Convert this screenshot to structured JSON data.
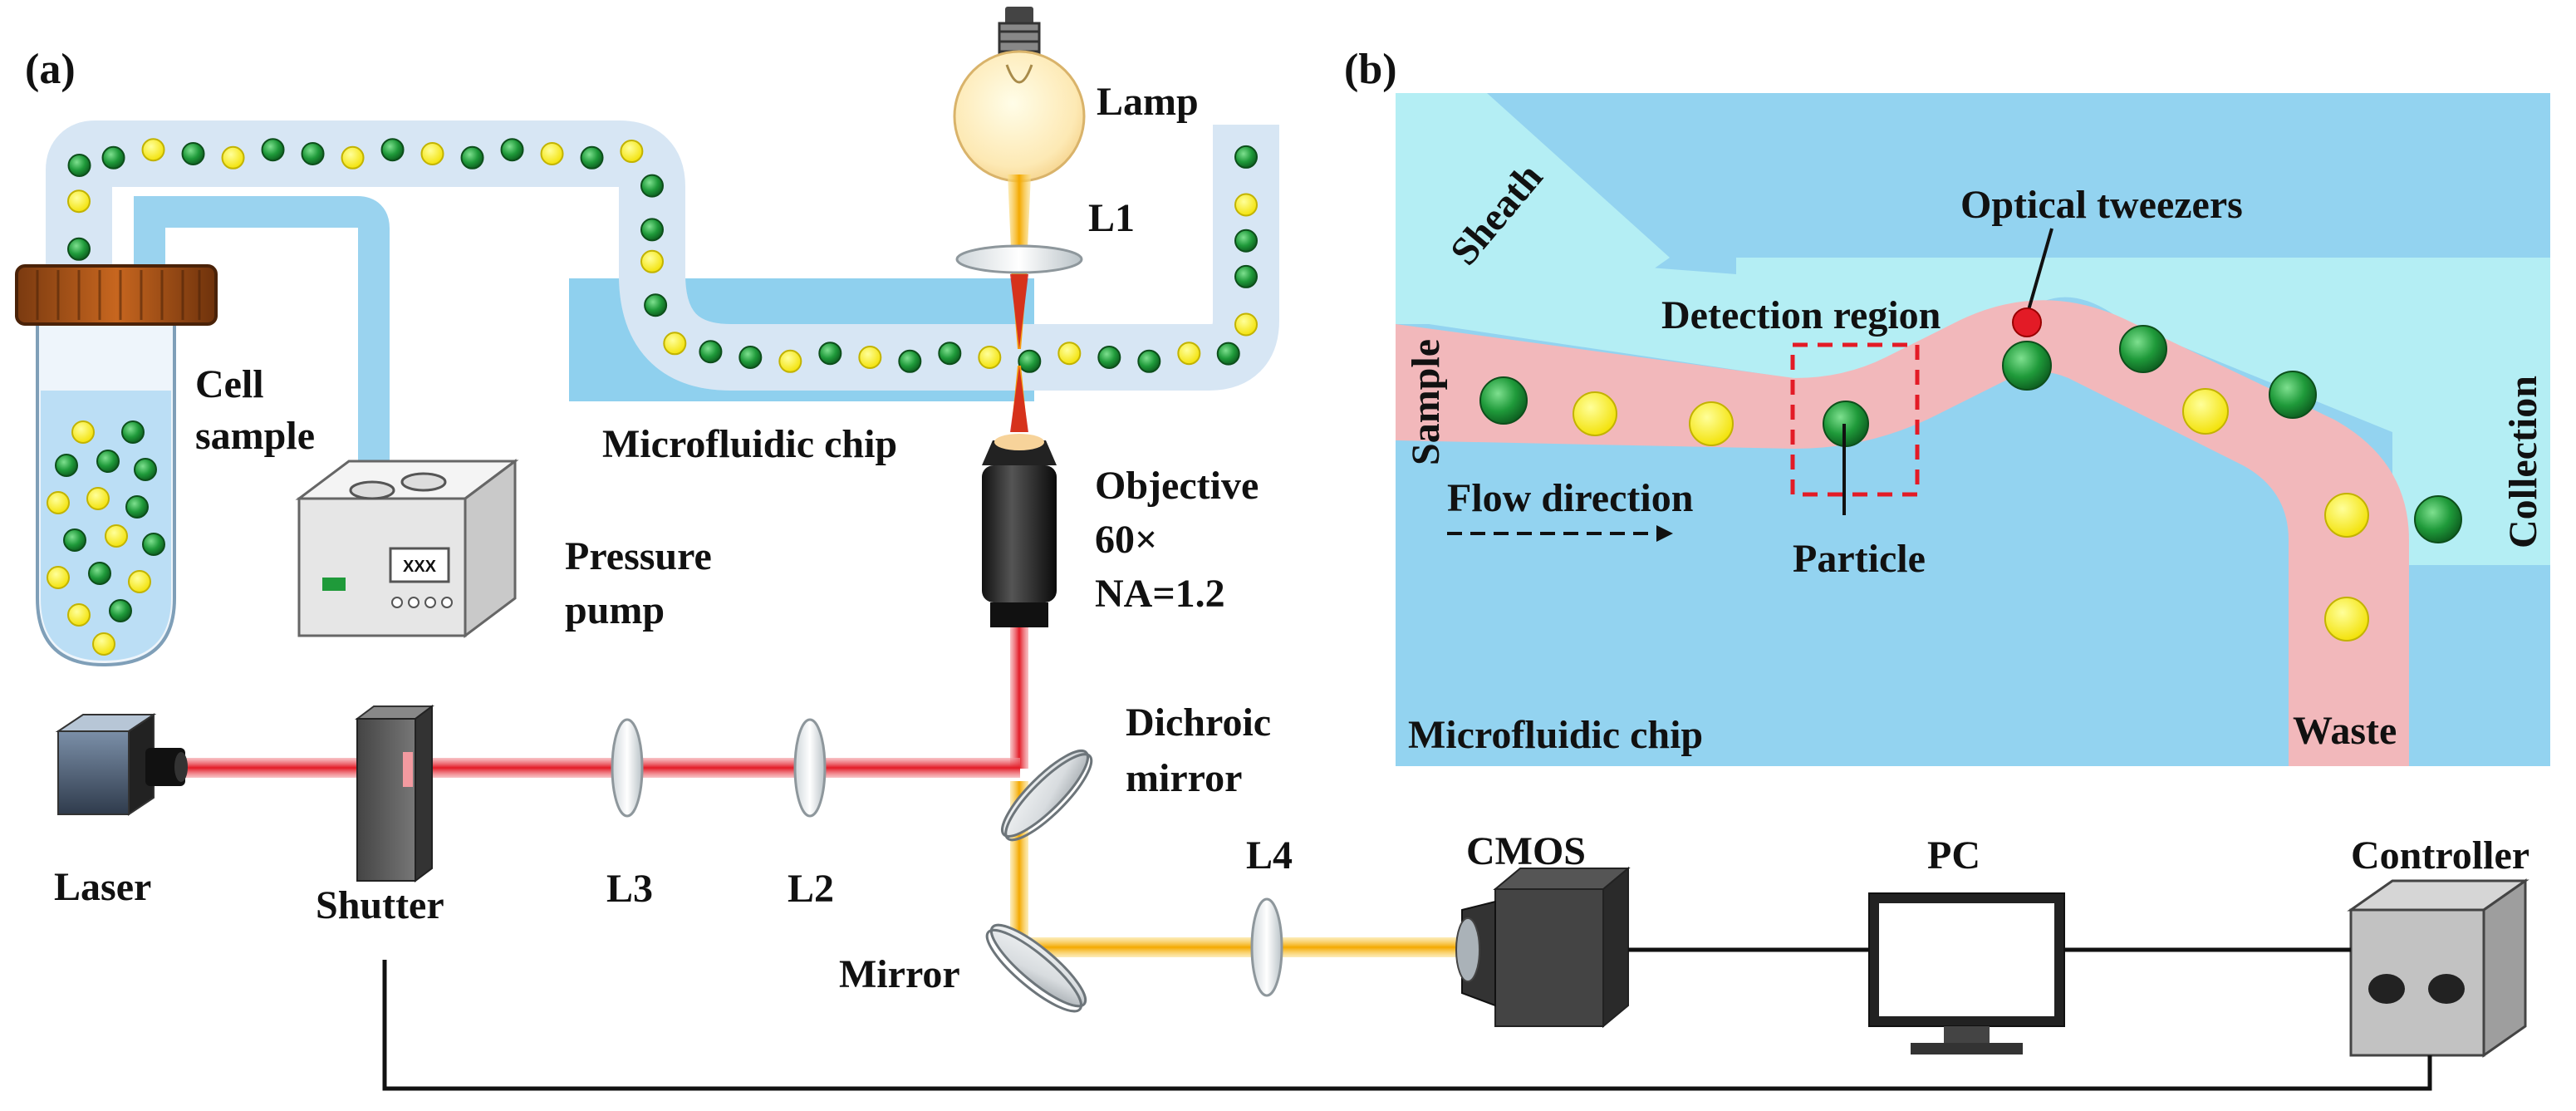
{
  "panel_a": {
    "tag": "(a)",
    "lamp": "Lamp",
    "l1": "L1",
    "cell_sample": [
      "Cell",
      "sample"
    ],
    "microfluidic_chip": "Microfluidic chip",
    "objective": [
      "Objective",
      "60×",
      "NA=1.2"
    ],
    "pressure_pump": [
      "Pressure",
      "pump"
    ],
    "pump_display": "XXX",
    "dichroic_mirror": [
      "Dichroic",
      "mirror"
    ],
    "laser": "Laser",
    "shutter": "Shutter",
    "l3": "L3",
    "l2": "L2",
    "l4": "L4",
    "mirror": "Mirror",
    "cmos": "CMOS",
    "pc": "PC",
    "controller": "Controller"
  },
  "panel_b": {
    "tag": "(b)",
    "sheath": "Sheath",
    "sample": "Sample",
    "optical_tweezers": "Optical tweezers",
    "detection_region": "Detection region",
    "collection": "Collection",
    "flow_direction": "Flow direction",
    "particle": "Particle",
    "microfluidic_chip": "Microfluidic chip",
    "waste": "Waste"
  },
  "colors": {
    "chip_blue": "#93d3f0",
    "channel_light": "#b4eef4",
    "sample_pink": "#f2b8bb",
    "cell_green": "#1f9a3a",
    "cell_yellow": "#f8ef1a",
    "laser_red": "#e8202a",
    "light_orange": "#f5b20a",
    "tube_blue": "#dbe9f6"
  }
}
